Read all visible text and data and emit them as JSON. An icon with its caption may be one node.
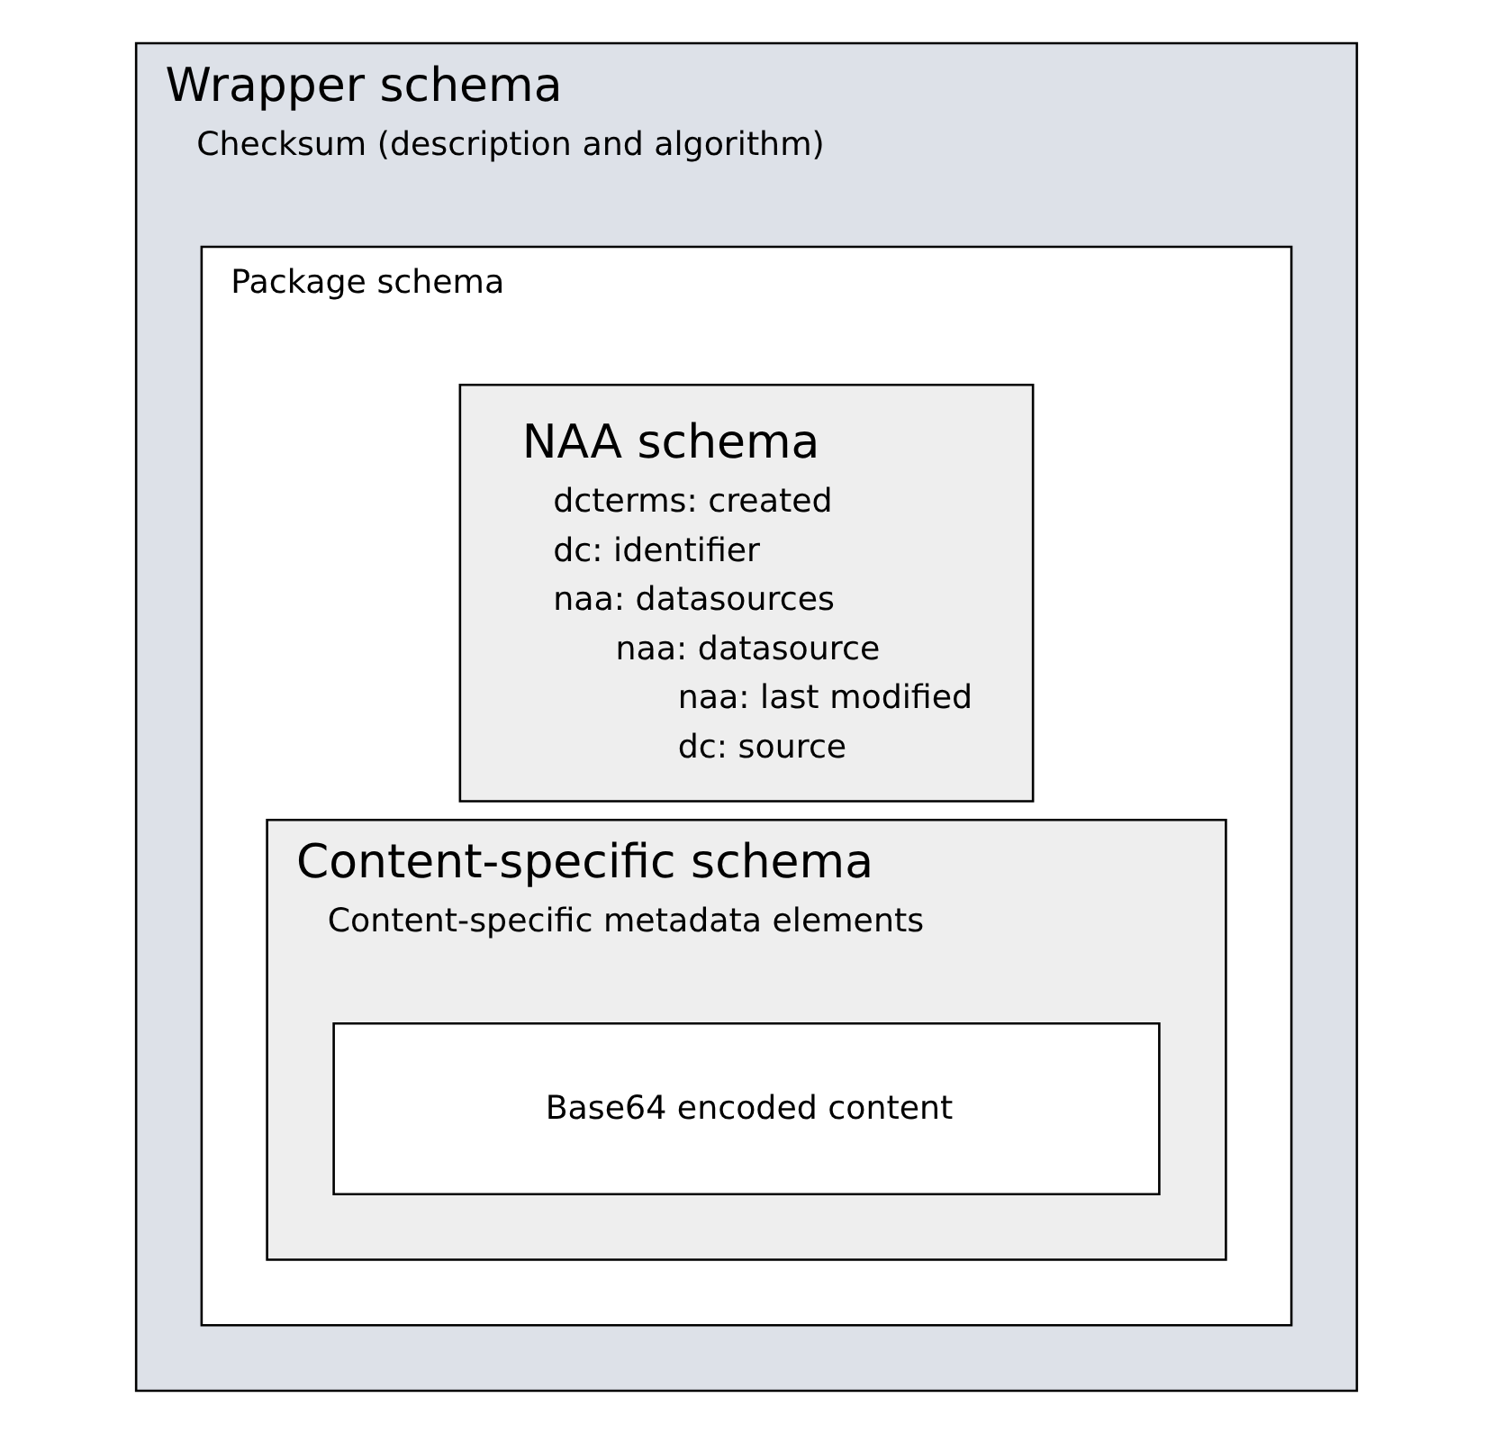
{
  "diagram": {
    "nodes": [
      {
        "text": [
          "Wrapper schema",
          "Checksum (description and algorithm)"
        ]
      },
      {
        "text": [
          "Package schema"
        ],
        "in": 0
      },
      {
        "text": [
          "NAA schema",
          "dcterms: created",
          "dc: identifier",
          "naa: datasources",
          "naa: datasource",
          "naa: last modified",
          "dc: source"
        ],
        "in": 1
      },
      {
        "text": [
          "Content-specific schema",
          "Content-specific metadata elements"
        ],
        "in": 1
      },
      {
        "text": [
          "Base64 encoded content"
        ],
        "in": 3
      }
    ],
    "edges": []
  }
}
